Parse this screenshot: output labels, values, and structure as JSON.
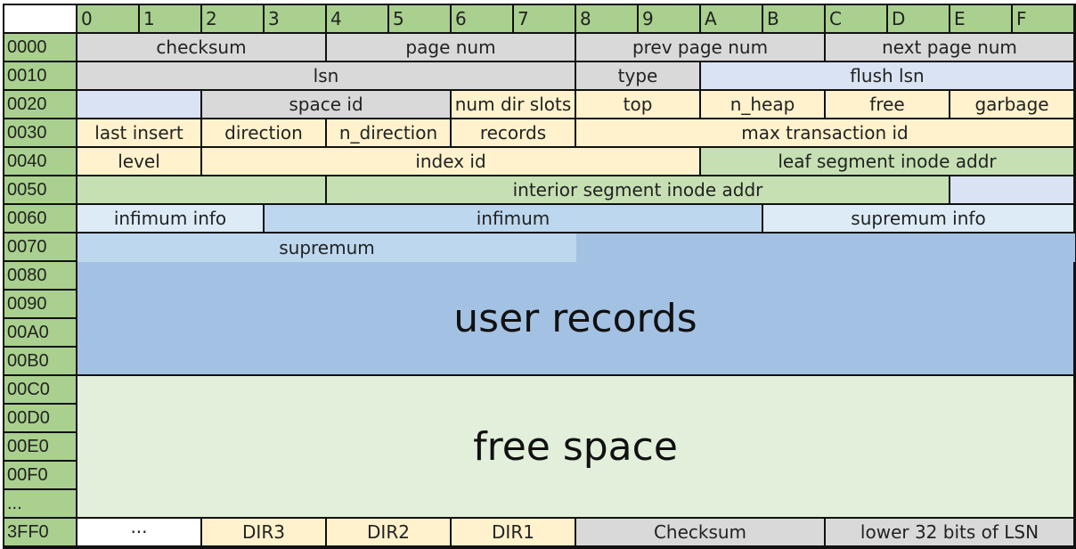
{
  "colors": {
    "header": "#a9d08e",
    "gray": "#d9d9d9",
    "light_blue": "#dae3f3",
    "yellow": "#fff2cc",
    "green": "#c6e0b4",
    "pale_blue": "#ddebf7",
    "mid_blue": "#bdd7ee",
    "user_records": "#a3c2e3",
    "free_space": "#e2efda",
    "white": "#ffffff"
  },
  "columns": [
    "0",
    "1",
    "2",
    "3",
    "4",
    "5",
    "6",
    "7",
    "8",
    "9",
    "A",
    "B",
    "C",
    "D",
    "E",
    "F"
  ],
  "rows": [
    "0000",
    "0010",
    "0020",
    "0030",
    "0040",
    "0050",
    "0060",
    "0070",
    "0080",
    "0090",
    "00A0",
    "00B0",
    "00C0",
    "00D0",
    "00E0",
    "00F0",
    "...",
    "3FF0"
  ],
  "fields": [
    {
      "row": 0,
      "offset": 0,
      "size": 4,
      "label": "checksum",
      "color": "gray"
    },
    {
      "row": 0,
      "offset": 4,
      "size": 4,
      "label": "page num",
      "color": "gray"
    },
    {
      "row": 0,
      "offset": 8,
      "size": 4,
      "label": "prev page num",
      "color": "gray"
    },
    {
      "row": 0,
      "offset": 12,
      "size": 4,
      "label": "next page num",
      "color": "gray"
    },
    {
      "row": 1,
      "offset": 0,
      "size": 8,
      "label": "lsn",
      "color": "gray"
    },
    {
      "row": 1,
      "offset": 8,
      "size": 2,
      "label": "type",
      "color": "gray"
    },
    {
      "row": 1,
      "offset": 10,
      "size": 6,
      "label": "flush lsn",
      "color": "light_blue"
    },
    {
      "row": 2,
      "offset": 0,
      "size": 2,
      "label": "",
      "color": "light_blue"
    },
    {
      "row": 2,
      "offset": 2,
      "size": 4,
      "label": "space id",
      "color": "gray"
    },
    {
      "row": 2,
      "offset": 6,
      "size": 2,
      "label": "num dir slots",
      "color": "yellow"
    },
    {
      "row": 2,
      "offset": 8,
      "size": 2,
      "label": "top",
      "color": "yellow"
    },
    {
      "row": 2,
      "offset": 10,
      "size": 2,
      "label": "n_heap",
      "color": "yellow"
    },
    {
      "row": 2,
      "offset": 12,
      "size": 2,
      "label": "free",
      "color": "yellow"
    },
    {
      "row": 2,
      "offset": 14,
      "size": 2,
      "label": "garbage",
      "color": "yellow"
    },
    {
      "row": 3,
      "offset": 0,
      "size": 2,
      "label": "last insert",
      "color": "yellow"
    },
    {
      "row": 3,
      "offset": 2,
      "size": 2,
      "label": "direction",
      "color": "yellow"
    },
    {
      "row": 3,
      "offset": 4,
      "size": 2,
      "label": "n_direction",
      "color": "yellow"
    },
    {
      "row": 3,
      "offset": 6,
      "size": 2,
      "label": "records",
      "color": "yellow"
    },
    {
      "row": 3,
      "offset": 8,
      "size": 8,
      "label": "max transaction id",
      "color": "yellow"
    },
    {
      "row": 4,
      "offset": 0,
      "size": 2,
      "label": "level",
      "color": "yellow"
    },
    {
      "row": 4,
      "offset": 2,
      "size": 8,
      "label": "index id",
      "color": "yellow"
    },
    {
      "row": 4,
      "offset": 10,
      "size": 6,
      "label": "leaf segment inode addr",
      "color": "green"
    },
    {
      "row": 5,
      "offset": 0,
      "size": 4,
      "label": "",
      "color": "green"
    },
    {
      "row": 5,
      "offset": 4,
      "size": 10,
      "label": "interior segment inode addr",
      "color": "green"
    },
    {
      "row": 5,
      "offset": 14,
      "size": 2,
      "label": "",
      "color": "light_blue"
    },
    {
      "row": 6,
      "offset": 0,
      "size": 3,
      "label": "infimum info",
      "color": "pale_blue"
    },
    {
      "row": 6,
      "offset": 3,
      "size": 8,
      "label": "infimum",
      "color": "mid_blue"
    },
    {
      "row": 6,
      "offset": 11,
      "size": 5,
      "label": "supremum info",
      "color": "pale_blue"
    },
    {
      "row": 7,
      "offset": 0,
      "size": 8,
      "label": "supremum",
      "color": "mid_blue",
      "noborder": true
    },
    {
      "row": 7,
      "offset": 8,
      "size": 8,
      "label": "",
      "color": "user_records",
      "noborder": true
    },
    {
      "row": 8,
      "offset": 0,
      "size": 16,
      "rowspan": 4,
      "label": "user records",
      "color": "user_records",
      "big": true
    },
    {
      "row": 12,
      "offset": 0,
      "size": 16,
      "rowspan": 5,
      "label": "free space",
      "color": "free_space",
      "big": true
    },
    {
      "row": 17,
      "offset": 0,
      "size": 2,
      "label": "···",
      "color": "white"
    },
    {
      "row": 17,
      "offset": 2,
      "size": 2,
      "label": "DIR3",
      "color": "yellow"
    },
    {
      "row": 17,
      "offset": 4,
      "size": 2,
      "label": "DIR2",
      "color": "yellow"
    },
    {
      "row": 17,
      "offset": 6,
      "size": 2,
      "label": "DIR1",
      "color": "yellow"
    },
    {
      "row": 17,
      "offset": 8,
      "size": 4,
      "label": "Checksum",
      "color": "gray"
    },
    {
      "row": 17,
      "offset": 12,
      "size": 4,
      "label": "lower 32 bits of LSN",
      "color": "gray"
    }
  ]
}
